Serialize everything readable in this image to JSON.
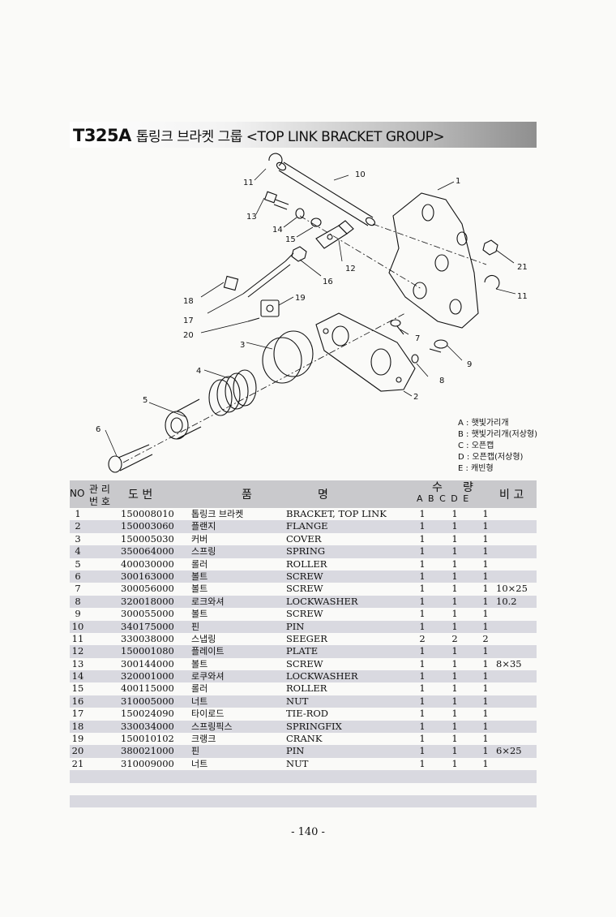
{
  "title": {
    "code": "T325A",
    "name": "톱링크 브라켓 그룹 <TOP LINK BRACKET GROUP>"
  },
  "callouts": [
    "1",
    "2",
    "3",
    "4",
    "5",
    "6",
    "7",
    "8",
    "9",
    "10",
    "11",
    "12",
    "13",
    "14",
    "15",
    "16",
    "17",
    "18",
    "19",
    "20",
    "21",
    "11"
  ],
  "legend": [
    "A : 햇빛가리개",
    "B : 햇빛가리개(저상형)",
    "C : 오픈캡",
    "D : 오픈캡(저상형)",
    "E : 캐빈형"
  ],
  "header": {
    "no": "NO",
    "mgmt_top": "관 리",
    "mgmt_bottom": "번 호",
    "code": "도 번",
    "name_a": "품",
    "name_b": "명",
    "qty_a": "수",
    "qty_b": "량",
    "letters": "A B C D E",
    "remarks": "비 고"
  },
  "rows": [
    {
      "no": "1",
      "code": "150008010",
      "kr": "톱링크 브라켓",
      "en": "BRACKET, TOP LINK",
      "a": "1",
      "c": "1",
      "e": "1",
      "rem": ""
    },
    {
      "no": "2",
      "code": "150003060",
      "kr": "플랜지",
      "en": "FLANGE",
      "a": "1",
      "c": "1",
      "e": "1",
      "rem": ""
    },
    {
      "no": "3",
      "code": "150005030",
      "kr": "커버",
      "en": "COVER",
      "a": "1",
      "c": "1",
      "e": "1",
      "rem": ""
    },
    {
      "no": "4",
      "code": "350064000",
      "kr": "스프링",
      "en": "SPRING",
      "a": "1",
      "c": "1",
      "e": "1",
      "rem": ""
    },
    {
      "no": "5",
      "code": "400030000",
      "kr": "롤러",
      "en": "ROLLER",
      "a": "1",
      "c": "1",
      "e": "1",
      "rem": ""
    },
    {
      "no": "6",
      "code": "300163000",
      "kr": "볼트",
      "en": "SCREW",
      "a": "1",
      "c": "1",
      "e": "1",
      "rem": ""
    },
    {
      "no": "7",
      "code": "300056000",
      "kr": "볼트",
      "en": "SCREW",
      "a": "1",
      "c": "1",
      "e": "1",
      "rem": "10×25"
    },
    {
      "no": "8",
      "code": "320018000",
      "kr": "로크와셔",
      "en": "LOCKWASHER",
      "a": "1",
      "c": "1",
      "e": "1",
      "rem": "10.2"
    },
    {
      "no": "9",
      "code": "300055000",
      "kr": "볼트",
      "en": "SCREW",
      "a": "1",
      "c": "1",
      "e": "1",
      "rem": ""
    },
    {
      "no": "10",
      "code": "340175000",
      "kr": "핀",
      "en": "PIN",
      "a": "1",
      "c": "1",
      "e": "1",
      "rem": ""
    },
    {
      "no": "11",
      "code": "330038000",
      "kr": "스냅링",
      "en": "SEEGER",
      "a": "2",
      "c": "2",
      "e": "2",
      "rem": ""
    },
    {
      "no": "12",
      "code": "150001080",
      "kr": "플레이트",
      "en": "PLATE",
      "a": "1",
      "c": "1",
      "e": "1",
      "rem": ""
    },
    {
      "no": "13",
      "code": "300144000",
      "kr": "볼트",
      "en": "SCREW",
      "a": "1",
      "c": "1",
      "e": "1",
      "rem": "8×35"
    },
    {
      "no": "14",
      "code": "320001000",
      "kr": "로쿠와셔",
      "en": "LOCKWASHER",
      "a": "1",
      "c": "1",
      "e": "1",
      "rem": ""
    },
    {
      "no": "15",
      "code": "400115000",
      "kr": "롤러",
      "en": "ROLLER",
      "a": "1",
      "c": "1",
      "e": "1",
      "rem": ""
    },
    {
      "no": "16",
      "code": "310005000",
      "kr": "너트",
      "en": "NUT",
      "a": "1",
      "c": "1",
      "e": "1",
      "rem": ""
    },
    {
      "no": "17",
      "code": "150024090",
      "kr": "타이로드",
      "en": "TIE-ROD",
      "a": "1",
      "c": "1",
      "e": "1",
      "rem": ""
    },
    {
      "no": "18",
      "code": "330034000",
      "kr": "스프링픽스",
      "en": "SPRINGFIX",
      "a": "1",
      "c": "1",
      "e": "1",
      "rem": ""
    },
    {
      "no": "19",
      "code": "150010102",
      "kr": "크랭크",
      "en": "CRANK",
      "a": "1",
      "c": "1",
      "e": "1",
      "rem": ""
    },
    {
      "no": "20",
      "code": "380021000",
      "kr": "핀",
      "en": "PIN",
      "a": "1",
      "c": "1",
      "e": "1",
      "rem": "6×25"
    },
    {
      "no": "21",
      "code": "310009000",
      "kr": "너트",
      "en": "NUT",
      "a": "1",
      "c": "1",
      "e": "1",
      "rem": ""
    }
  ],
  "page_number": "- 140 -"
}
